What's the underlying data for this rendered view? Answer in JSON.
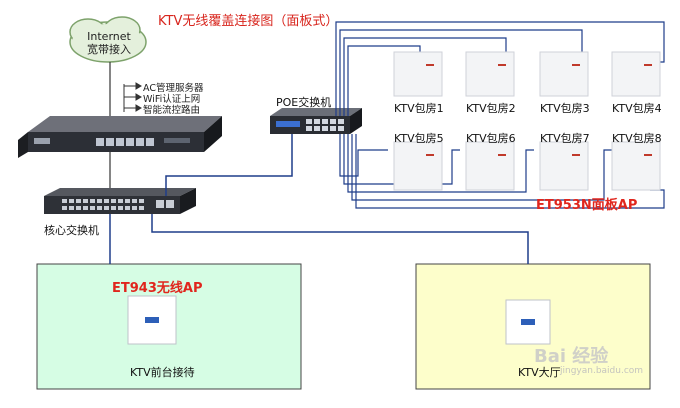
{
  "title": "KTV无线覆盖连接图（面板式）",
  "cloud": {
    "line1": "Internet",
    "line2": "宽带接入"
  },
  "router_features": [
    "AC管理服务器",
    "WiFi认证上网",
    "智能流控路由"
  ],
  "poe_switch_label": "POE交换机",
  "core_switch_label": "核心交换机",
  "rooms_row1": [
    "KTV包房1",
    "KTV包房2",
    "KTV包房3",
    "KTV包房4"
  ],
  "rooms_row2": [
    "KTV包房5",
    "KTV包房6",
    "KTV包房7",
    "KTV包房8"
  ],
  "panel_ap_label": "ET953N面板AP",
  "wireless_ap_label": "ET943无线AP",
  "zone_green_label": "KTV前台接待",
  "zone_yellow_label": "KTV大厅",
  "watermark": {
    "brand": "Bai 经验",
    "url": "jingyan.baidu.com"
  },
  "colors": {
    "title": "#d8261e",
    "zone_green": "#d6fde4",
    "zone_yellow": "#fdfecb",
    "cable": "#1f3d8a"
  }
}
